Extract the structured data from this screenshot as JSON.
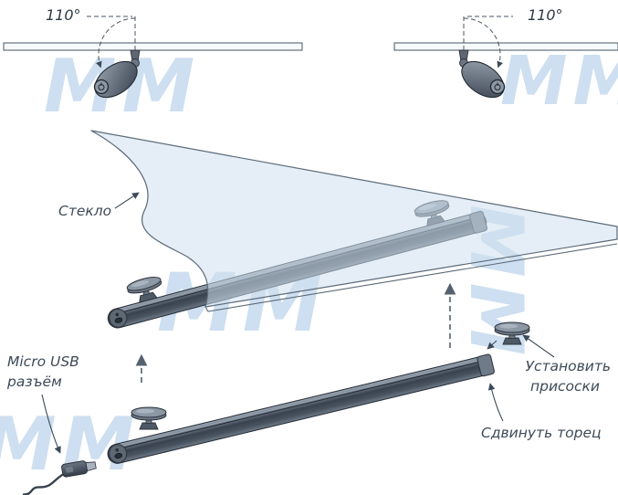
{
  "watermark": {
    "text": "MM",
    "color": "#cddff0"
  },
  "rotation_diagrams": {
    "left_angle": "110°",
    "right_angle": "110°"
  },
  "annotations": {
    "glass": "Стекло",
    "micro_usb_line1": "Micro USB",
    "micro_usb_line2": "разъём",
    "install_suction_line1": "Установить",
    "install_suction_line2": "присоски",
    "slide_end": "Сдвинуть торец"
  },
  "colors": {
    "glass_tint": "#cfe0ef",
    "metal_dark": "#39424e",
    "metal_light": "#8d98a5",
    "line": "#3d4a58",
    "background": "#ffffff"
  }
}
